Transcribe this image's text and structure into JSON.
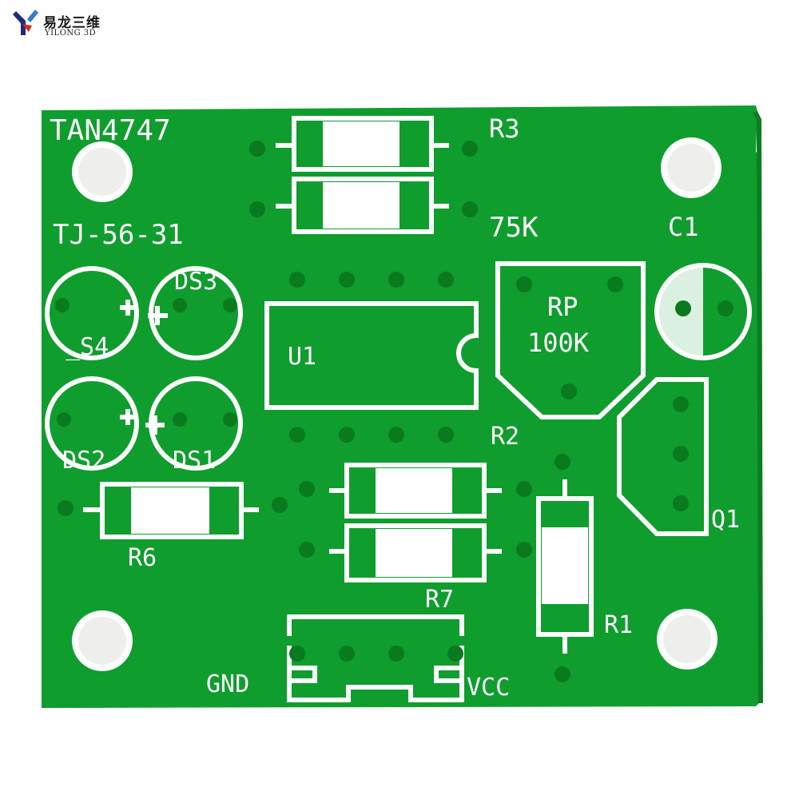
{
  "watermark": {
    "brand_cn": "易龙三维",
    "brand_en": "YILONG 3D",
    "icon": "yilong-logo-icon"
  },
  "colors": {
    "board": "#0f9d2e",
    "board_edge": "#0b7d22",
    "silkscreen": "#ffffff",
    "hole": "#0a7a1f"
  },
  "silkscreen": {
    "board_name": "TAN4747",
    "display_model": "TJ-56-31",
    "r3_ref": "R3",
    "r3_value": "75K",
    "c1_ref": "C1",
    "ds3_ref": "DS3",
    "ds4_ref": "_S4",
    "ds2_ref": "DS2",
    "ds1_ref": "DS1",
    "u1_ref": "U1",
    "rp_ref": "RP",
    "rp_value": "100K",
    "r2_ref": "R2",
    "q1_ref": "Q1",
    "r6_ref": "R6",
    "r7_ref": "R7",
    "r1_ref": "R1",
    "gnd_label": "GND",
    "vcc_label": "VCC"
  }
}
